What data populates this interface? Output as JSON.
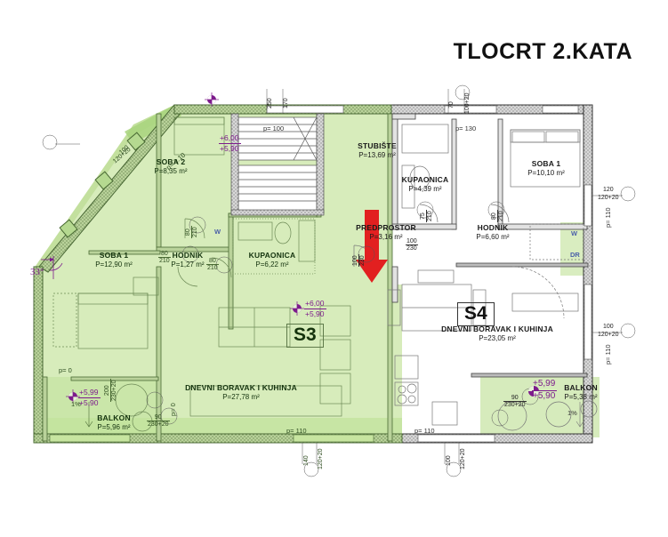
{
  "title": "TLOCRT 2.KATA",
  "colors": {
    "highlight_green": "#cfe8b0",
    "wall_dark": "#3b3b3b",
    "arrow_red": "#e22020",
    "elevation_purple": "#7d1b8c",
    "plan_line": "#6d6d6d"
  },
  "units": {
    "s3": {
      "tag": "S3"
    },
    "s4": {
      "tag": "S4"
    }
  },
  "rooms": [
    {
      "name": "SOBA 2",
      "area": "P=8,35 m²",
      "unit": "S3"
    },
    {
      "name": "SOBA 1",
      "area": "P=12,90 m²",
      "unit": "S3"
    },
    {
      "name": "HODNIK",
      "area": "P=1,27 m²",
      "unit": "S3"
    },
    {
      "name": "KUPAONICA",
      "area": "P=6,22 m²",
      "unit": "S3"
    },
    {
      "name": "DNEVNI BORAVAK I KUHINJA",
      "area": "P=27,78 m²",
      "unit": "S3"
    },
    {
      "name": "BALKON",
      "area": "P=5,96 m²",
      "unit": "S3"
    },
    {
      "name": "STUBIŠTE",
      "area": "P=13,69 m²",
      "unit": "common"
    },
    {
      "name": "PREDPROSTOR",
      "area": "P=3,16 m²",
      "unit": "S4"
    },
    {
      "name": "KUPAONICA",
      "area": "P=4,39 m²",
      "unit": "S4"
    },
    {
      "name": "SOBA 1",
      "area": "P=10,10 m²",
      "unit": "S4"
    },
    {
      "name": "HODNIK",
      "area": "P=6,60 m²",
      "unit": "S4"
    },
    {
      "name": "DNEVNI BORAVAK I KUHINJA",
      "area": "P=23,05 m²",
      "unit": "S4"
    },
    {
      "name": "BALKON",
      "area": "P=5,38 m²",
      "unit": "S4"
    }
  ],
  "elevations": [
    {
      "id": "stubiste",
      "top": "+6,00",
      "bottom": "+5,90"
    },
    {
      "id": "s3-living",
      "top": "+6,00",
      "bottom": "+5,90"
    },
    {
      "id": "balkon-left",
      "top": "+5,99",
      "bottom": "+5,90"
    },
    {
      "id": "balkon-right",
      "top": "+5,99",
      "bottom": "+5,90"
    }
  ],
  "openings": {
    "top": [
      {
        "a": "250"
      },
      {
        "a": "170"
      },
      {
        "a": "70"
      },
      {
        "a": "100+20"
      }
    ],
    "bottom": [
      {
        "a": "140"
      },
      {
        "a": "120+20"
      },
      {
        "a": "100"
      },
      {
        "a": "120+20"
      }
    ],
    "right": [
      {
        "a": "120",
        "b": "120+20"
      },
      {
        "a": "100",
        "b": "120+20"
      }
    ],
    "left": [
      {
        "a": "100",
        "b": "120+20"
      }
    ],
    "doors": [
      {
        "w": "80",
        "h": "210"
      },
      {
        "w": "80",
        "h": "210"
      },
      {
        "w": "80",
        "h": "210"
      },
      {
        "w": "100",
        "h": "230"
      },
      {
        "w": "100",
        "h": "230"
      },
      {
        "w": "75",
        "h": "210"
      },
      {
        "w": "80",
        "h": "210"
      },
      {
        "w": "200",
        "h": "230+20"
      },
      {
        "w": "90",
        "h": "230+20"
      },
      {
        "w": "90",
        "h": "230+20"
      }
    ]
  },
  "parapets": [
    {
      "text": "p= 1.10"
    },
    {
      "text": "p= 100"
    },
    {
      "text": "p= 130"
    },
    {
      "text": "p= 110"
    },
    {
      "text": "p= 110"
    },
    {
      "text": "p= 0"
    },
    {
      "text": "p= 0"
    },
    {
      "text": "p= 110"
    },
    {
      "text": "p= 110"
    }
  ],
  "annotations": {
    "angle": "33°",
    "slope_left": "1%",
    "slope_right": "1%",
    "washer_left": "W",
    "washer_right": "W",
    "dryer_right": "DR"
  }
}
